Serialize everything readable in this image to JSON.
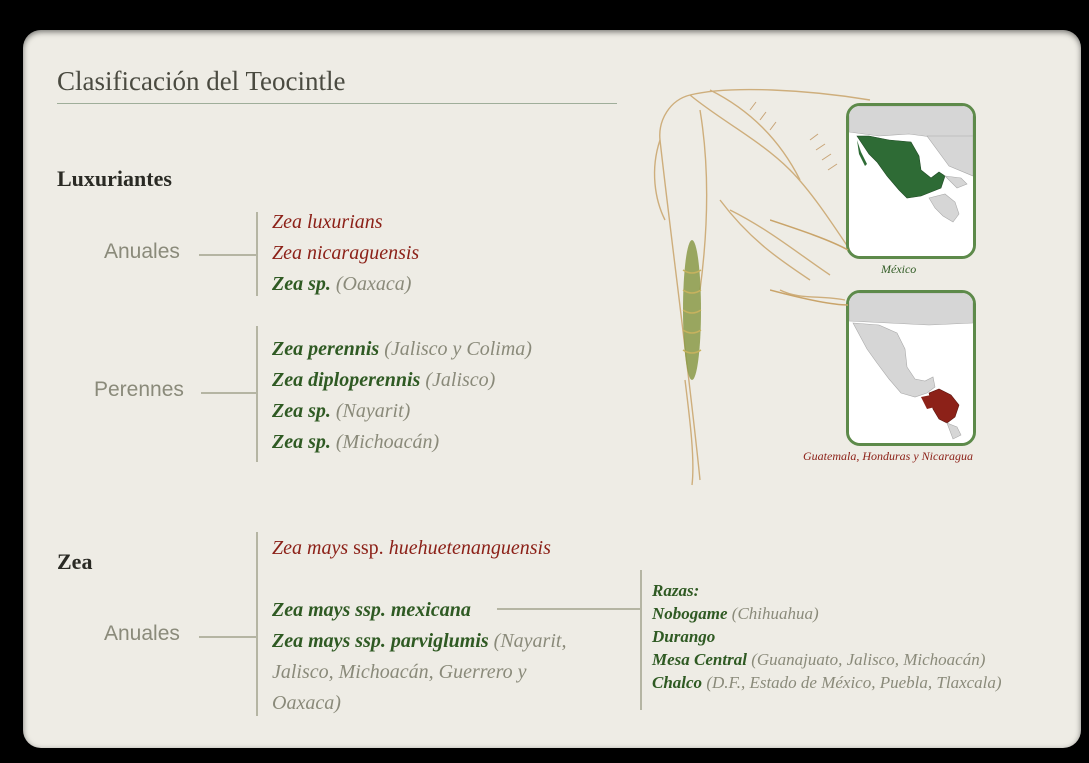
{
  "title": "Clasificación del Teocintle",
  "luxuriantes": {
    "heading": "Luxuriantes",
    "anuales": {
      "label": "Anuales",
      "items": [
        {
          "name": "Zea luxurians"
        },
        {
          "name": "Zea nicaraguensis"
        },
        {
          "name": "Zea sp.",
          "loc": "(Oaxaca)"
        }
      ]
    },
    "perennes": {
      "label": "Perennes",
      "items": [
        {
          "name": "Zea perennis",
          "loc": "(Jalisco y Colima)"
        },
        {
          "name": "Zea diploperennis",
          "loc": "(Jalisco)"
        },
        {
          "name": "Zea sp.",
          "loc": "(Nayarit)"
        },
        {
          "name": "Zea sp.",
          "loc": "(Michoacán)"
        }
      ]
    }
  },
  "zea": {
    "heading": "Zea",
    "anuales": {
      "label": "Anuales",
      "huehue": {
        "a": "Zea mays",
        "b": "ssp.",
        "c": "huehuetenanguensis"
      },
      "mexicana": "Zea mays ssp. mexicana",
      "parviglumis": {
        "name": "Zea mays ssp. parviglumis",
        "loc1": "(Nayarit,",
        "loc2": "Jalisco, Michoacán, Guerrero y",
        "loc3": "Oaxaca)"
      }
    },
    "razas": {
      "heading": "Razas:",
      "items": [
        {
          "name": "Nobogame",
          "loc": "(Chihuahua)"
        },
        {
          "name": "Durango",
          "loc": ""
        },
        {
          "name": "Mesa Central",
          "loc": "(Guanajuato, Jalisco, Michoacán)"
        },
        {
          "name": "Chalco",
          "loc": "(D.F., Estado de México, Puebla, Tlaxcala)"
        }
      ]
    }
  },
  "maps": {
    "mexico_caption": "México",
    "central_caption": "Guatemala, Honduras y Nicaragua"
  },
  "colors": {
    "red_species": "#8c2118",
    "green_species": "#2f5a23",
    "mexico_fill": "#2e6b35",
    "central_fill": "#8c2118"
  }
}
